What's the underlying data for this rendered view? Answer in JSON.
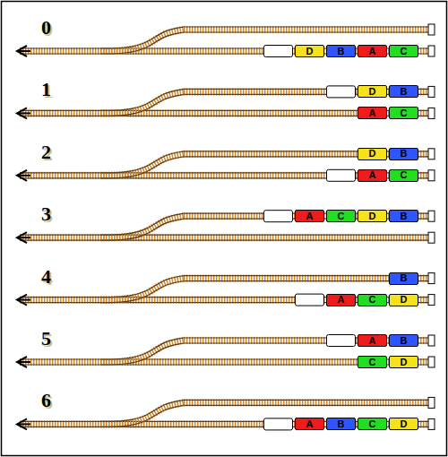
{
  "diagram": {
    "nodes": [
      {
        "text": [
          "D"
        ]
      },
      {
        "text": [
          "B"
        ]
      },
      {
        "text": [
          "A"
        ]
      },
      {
        "text": [
          "C"
        ]
      },
      {
        "text": [
          "D"
        ]
      },
      {
        "text": [
          "B"
        ]
      },
      {
        "text": [
          "A"
        ]
      },
      {
        "text": [
          "C"
        ]
      },
      {
        "text": [
          "D"
        ]
      },
      {
        "text": [
          "B"
        ]
      },
      {
        "text": [
          "A"
        ]
      },
      {
        "text": [
          "C"
        ]
      },
      {
        "text": [
          "A"
        ]
      },
      {
        "text": [
          "C"
        ]
      },
      {
        "text": [
          "D"
        ]
      },
      {
        "text": [
          "B"
        ]
      },
      {
        "text": [
          "B"
        ]
      },
      {
        "text": [
          "A"
        ]
      },
      {
        "text": [
          "C"
        ]
      },
      {
        "text": [
          "D"
        ]
      },
      {
        "text": [
          "A"
        ]
      },
      {
        "text": [
          "B"
        ]
      },
      {
        "text": [
          "C"
        ]
      },
      {
        "text": [
          "D"
        ]
      },
      {
        "text": [
          "A"
        ]
      },
      {
        "text": [
          "B"
        ]
      },
      {
        "text": [
          "C"
        ]
      },
      {
        "text": [
          "D"
        ]
      }
    ],
    "labels": [
      "0",
      "1",
      "2",
      "3",
      "4",
      "5",
      "6"
    ]
  }
}
